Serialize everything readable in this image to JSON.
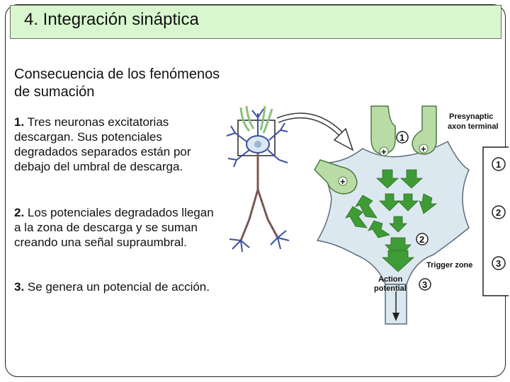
{
  "slide": {
    "title": "4. Integración sináptica",
    "subtitle": "Consecuencia de los fenómenos de sumación",
    "points": [
      {
        "num": "1.",
        "text": " Tres neuronas excitatorias descargan. Sus potenciales degradados separados están por debajo del umbral de descarga."
      },
      {
        "num": "2.",
        "text": " Los potenciales degradados llegan a la zona de descarga y se suman creando una señal supraumbral."
      },
      {
        "num": "3.",
        "text": " Se genera un potencial de acción."
      }
    ]
  },
  "figure": {
    "presynaptic_label_1": "Presynaptic",
    "presynaptic_label_2": "axon terminal",
    "trigger_zone_label": "Trigger zone",
    "action_label_1": "Action",
    "action_label_2": "potential",
    "circle_1": "1",
    "circle_2": "2",
    "circle_3": "3",
    "plus": "+",
    "colors": {
      "cell_body": "#dce8ef",
      "axon_green": "#b9dca6",
      "arrow_green": "#3f9b35",
      "neuron_blue": "#3a4fa3"
    }
  }
}
